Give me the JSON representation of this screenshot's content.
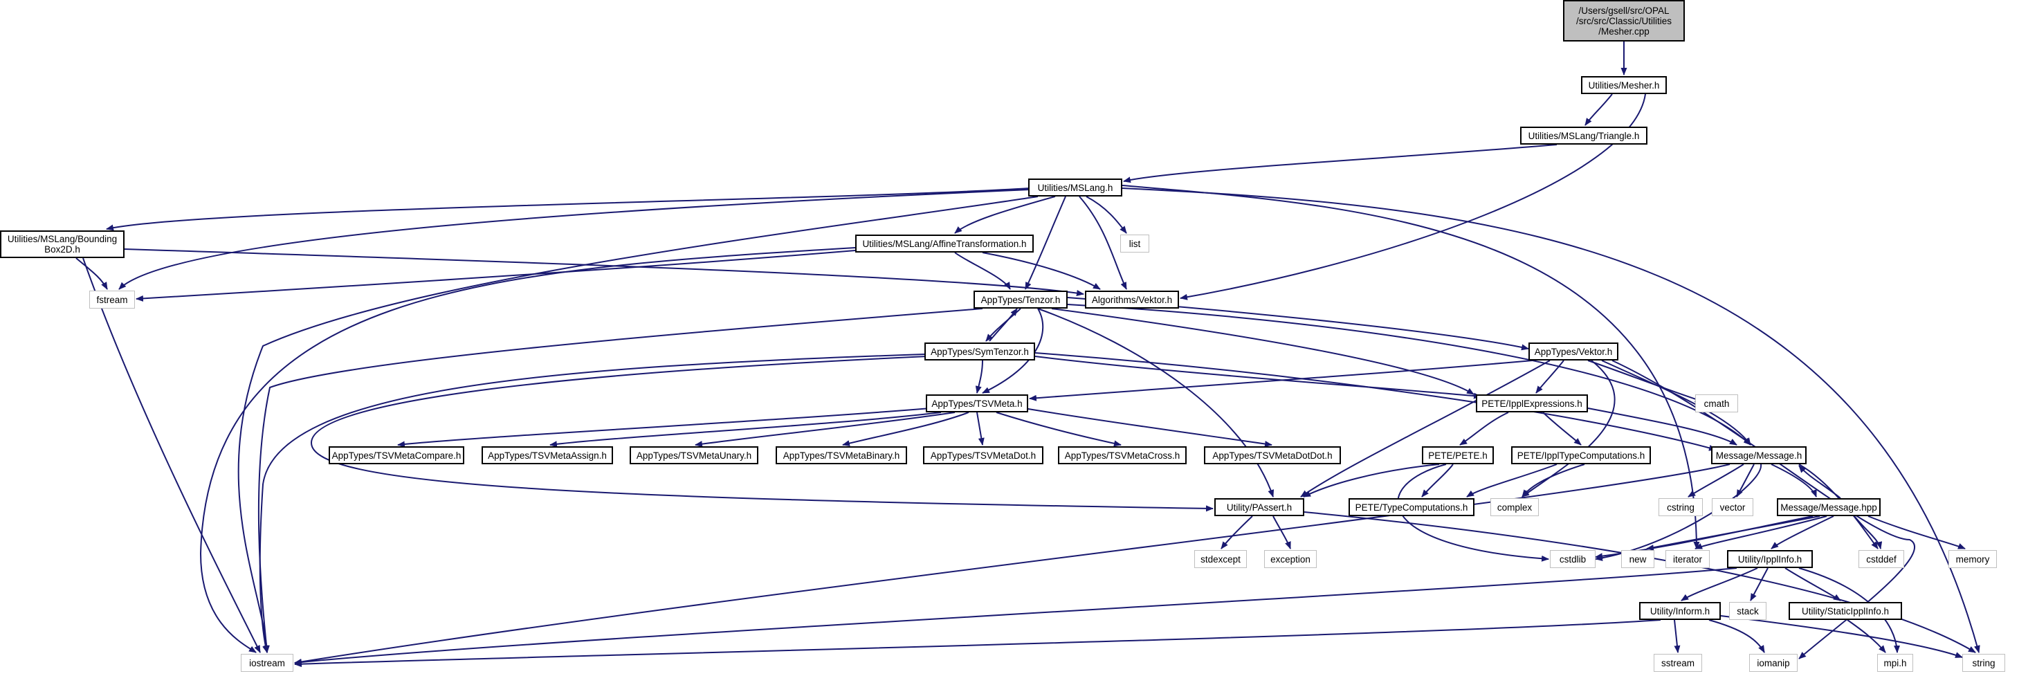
{
  "colors": {
    "edge": "#191970",
    "border": "#000000",
    "external_border": "#bfbfbf",
    "root_fill": "#bfbfbf"
  },
  "nodes": {
    "mesher_cpp": "/Users/gsell/src/OPAL\n/src/src/Classic/Utilities\n/Mesher.cpp",
    "mesher_h": "Utilities/Mesher.h",
    "triangle_h": "Utilities/MSLang/Triangle.h",
    "mslang_h": "Utilities/MSLang.h",
    "bbox_h": "Utilities/MSLang/Bounding\nBox2D.h",
    "affine_h": "Utilities/MSLang/AffineTransformation.h",
    "list": "list",
    "fstream": "fstream",
    "vektor_alg": "Algorithms/Vektor.h",
    "tenzor_h": "AppTypes/Tenzor.h",
    "symtenzor_h": "AppTypes/SymTenzor.h",
    "apptypes_vektor": "AppTypes/Vektor.h",
    "cmath": "cmath",
    "tsvmeta_h": "AppTypes/TSVMeta.h",
    "ipplexpr_h": "PETE/IpplExpressions.h",
    "tsv_compare": "AppTypes/TSVMetaCompare.h",
    "tsv_assign": "AppTypes/TSVMetaAssign.h",
    "tsv_unary": "AppTypes/TSVMetaUnary.h",
    "tsv_binary": "AppTypes/TSVMetaBinary.h",
    "tsv_dot": "AppTypes/TSVMetaDot.h",
    "tsv_cross": "AppTypes/TSVMetaCross.h",
    "tsv_dotdot": "AppTypes/TSVMetaDotDot.h",
    "pete_h": "PETE/PETE.h",
    "ippltypecomp_h": "PETE/IpplTypeComputations.h",
    "message_h": "Message/Message.h",
    "passert_h": "Utility/PAssert.h",
    "typecomp_h": "PETE/TypeComputations.h",
    "complex": "complex",
    "cstring": "cstring",
    "vector": "vector",
    "message_hpp": "Message/Message.hpp",
    "stdexcept": "stdexcept",
    "exception": "exception",
    "cstdlib": "cstdlib",
    "new": "new",
    "iterator": "iterator",
    "ipplinfo_h": "Utility/IpplInfo.h",
    "cstddef": "cstddef",
    "memory": "memory",
    "stack": "stack",
    "inform_h": "Utility/Inform.h",
    "staticipplinfo_h": "Utility/StaticIpplInfo.h",
    "iostream": "iostream",
    "sstream": "sstream",
    "iomanip": "iomanip",
    "mpi_h": "mpi.h",
    "string": "string"
  }
}
